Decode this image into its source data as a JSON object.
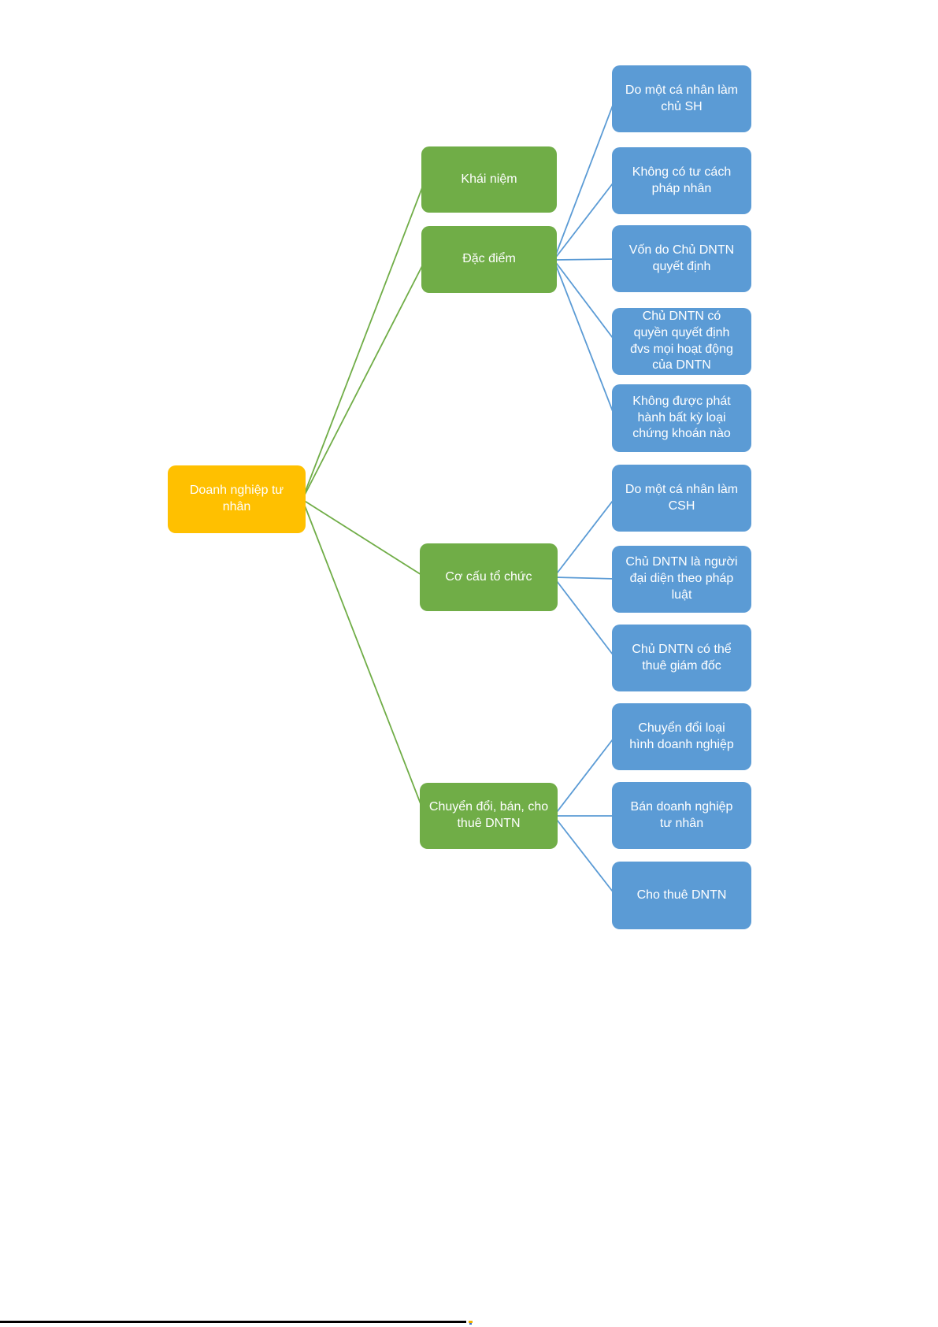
{
  "diagram": {
    "root": {
      "label": "Doanh nghiệp tư nhân"
    },
    "branches": [
      {
        "label": "Khái niệm"
      },
      {
        "label": "Đặc điểm"
      },
      {
        "label": "Cơ cấu tổ chức"
      },
      {
        "label": "Chuyển đổi, bán, cho thuê DNTN"
      }
    ],
    "leaves": [
      {
        "label": "Do một cá nhân làm chủ SH",
        "parent": "Đặc điểm"
      },
      {
        "label": "Không có tư cách pháp nhân",
        "parent": "Đặc điểm"
      },
      {
        "label": "Vốn do Chủ DNTN quyết định",
        "parent": "Đặc điểm"
      },
      {
        "label": "Chủ DNTN có quyền quyết định đvs mọi hoạt động của DNTN",
        "parent": "Đặc điểm"
      },
      {
        "label": "Không được phát hành bất kỳ loại chứng khoán nào",
        "parent": "Đặc điểm"
      },
      {
        "label": "Do một cá nhân làm CSH",
        "parent": "Cơ cấu tổ chức"
      },
      {
        "label": "Chủ DNTN là người đại diện theo pháp luật",
        "parent": "Cơ cấu tổ chức"
      },
      {
        "label": "Chủ DNTN có thể thuê giám đốc",
        "parent": "Cơ cấu tổ chức"
      },
      {
        "label": "Chuyển đổi loại hình doanh nghiệp",
        "parent": "Chuyển đổi, bán, cho thuê DNTN"
      },
      {
        "label": "Bán doanh nghiệp tư nhân",
        "parent": "Chuyển đổi, bán, cho thuê DNTN"
      },
      {
        "label": "Cho thuê DNTN",
        "parent": "Chuyển đổi, bán, cho thuê DNTN"
      }
    ]
  },
  "colors": {
    "root-fill": "#FFC000",
    "branch-fill": "#70AD47",
    "leaf-fill": "#5B9BD5",
    "root-edge": "#70AD47",
    "leaf-edge": "#5B9BD5",
    "node-text": "#FFFFFF",
    "footer-bar": "#000000",
    "footer-dot": "#F2B200",
    "footer-dot-blue": "#4472C4"
  }
}
